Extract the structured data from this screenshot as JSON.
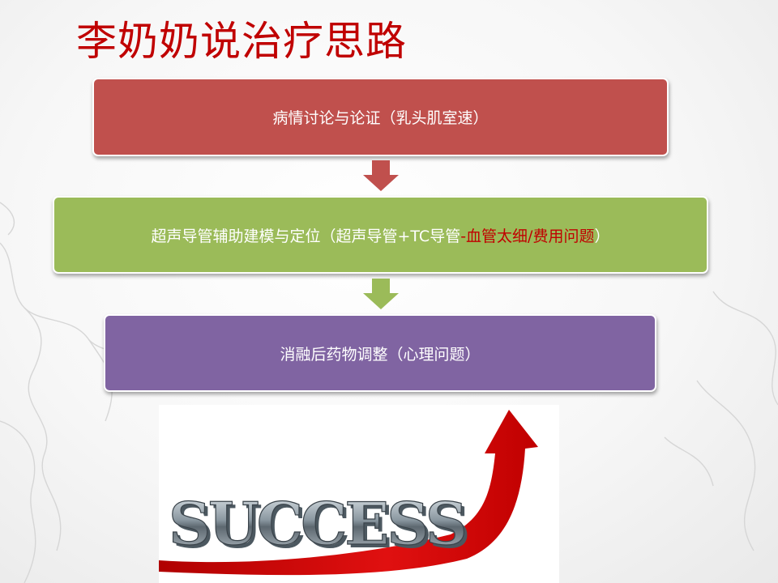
{
  "slide": {
    "title": "李奶奶说治疗思路"
  },
  "flow": {
    "step1": {
      "text": "病情讨论与论证（乳头肌室速）"
    },
    "step2": {
      "text_main": "超声导管辅助建模与定位（超声导管+TC导管",
      "text_highlight": "-血管太细/费用问题",
      "text_end": "）"
    },
    "step3": {
      "text": "消融后药物调整（心理问题）"
    }
  },
  "image": {
    "word": "SUCCESS"
  },
  "colors": {
    "title": "#c00000",
    "step1_fill": "#c0504d",
    "step2_fill": "#9bbb59",
    "step3_fill": "#8064a2",
    "highlight": "#c00000",
    "arrow_red": "#c0504d",
    "arrow_green": "#9bbb59"
  }
}
